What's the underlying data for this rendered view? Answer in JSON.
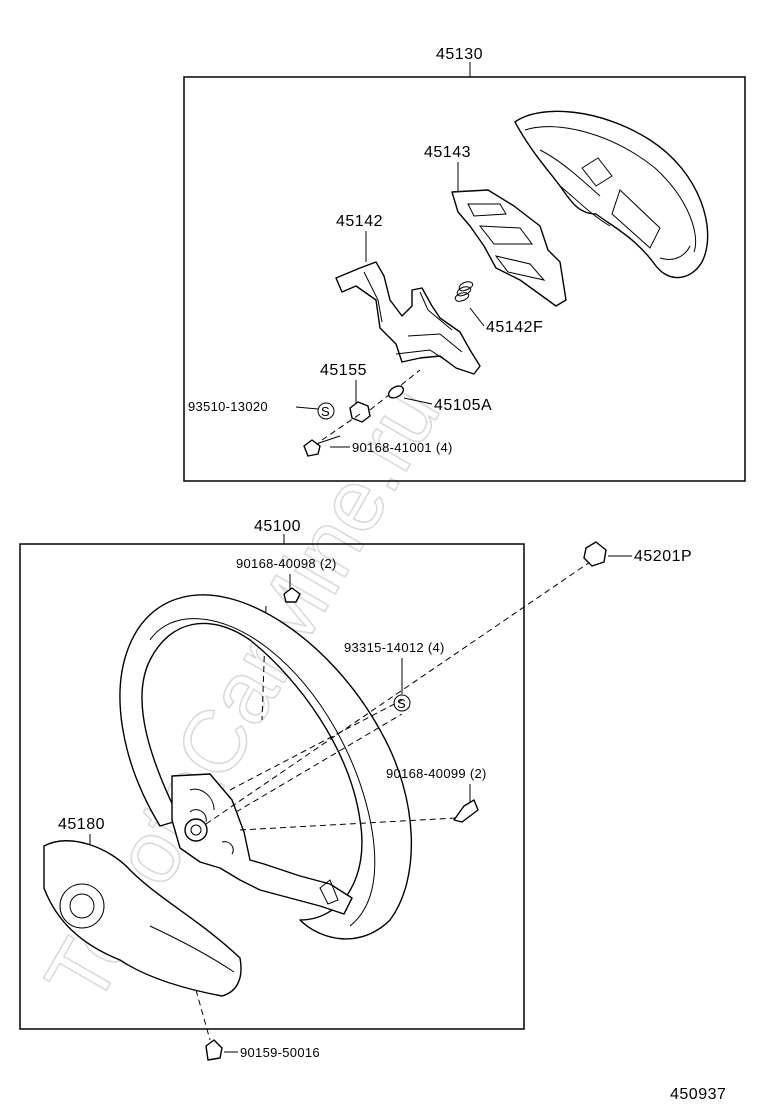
{
  "watermark": "ToyotaCarMine.ru",
  "figure_number": "450937",
  "upper_assembly": {
    "part_no": "45130",
    "callouts": {
      "pad": "45143",
      "bracket": "45142",
      "spring": "45142F",
      "nut": "45155",
      "washer": "45105A",
      "stud": "93510-13020",
      "screw": "90168-41001 (4)"
    },
    "stud_symbol": "S"
  },
  "lower_assembly": {
    "part_no": "45100",
    "callouts": {
      "top_screw": "90168-40098 (2)",
      "stud": "93315-14012 (4)",
      "side_screw": "90168-40099 (2)",
      "cover": "45180",
      "bottom_screw": "90159-50016"
    },
    "stud_symbol": "S"
  },
  "hub_nut": "45201P"
}
